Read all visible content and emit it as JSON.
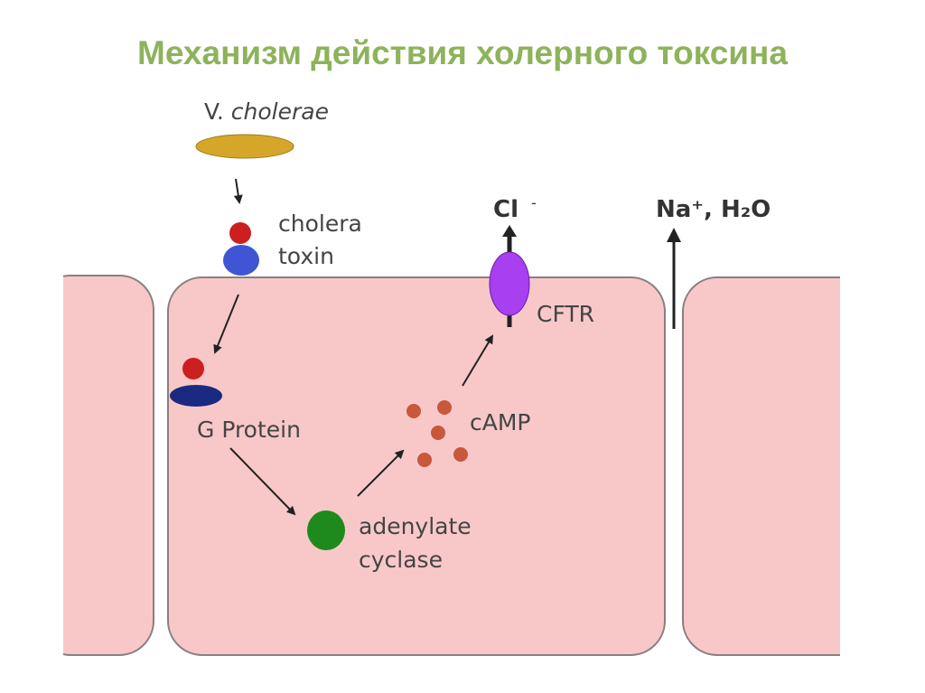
{
  "title": "Механизм действия холерного токсина",
  "labels": {
    "bacterium_prefix": "V. ",
    "bacterium_name": "cholerae",
    "toxin_line1": "cholera",
    "toxin_line2": "toxin",
    "g_protein": "G Protein",
    "adenylate_line1": "adenylate",
    "adenylate_line2": "cyclase",
    "camp": "cAMP",
    "cftr": "CFTR",
    "chloride": "Cl",
    "chloride_charge": "-",
    "sodium_water": "Na⁺, H₂O"
  },
  "colors": {
    "title": "#8db35b",
    "cell_fill": "#f8c8c8",
    "cell_stroke": "#8a7f7f",
    "bacterium": "#d6a62a",
    "toxin_a_subunit": "#cc1f1f",
    "toxin_b_subunit": "#3f55d4",
    "g_protein_base": "#1a2a80",
    "adenylate_cyclase": "#1e8a1e",
    "camp": "#c8573c",
    "cftr_channel": "#a83ff0"
  }
}
